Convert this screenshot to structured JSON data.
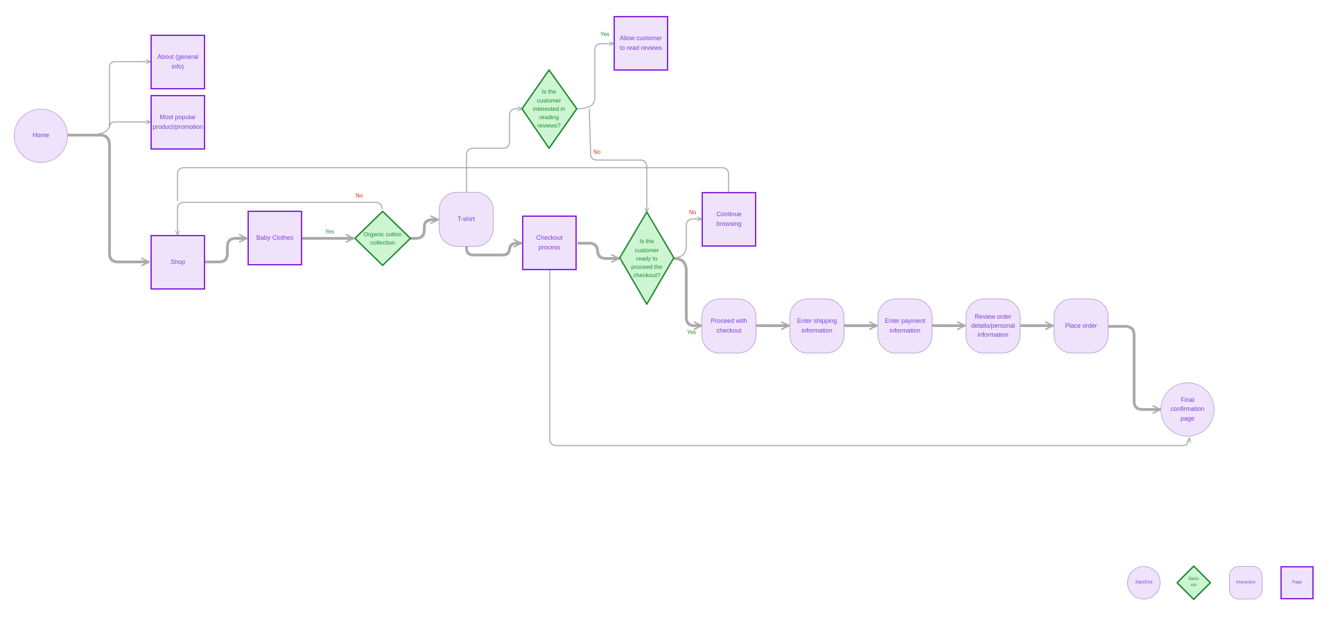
{
  "nodes": {
    "home": "Home",
    "about": "About  (general info)",
    "popular": "Most popular product/promotion",
    "shop": "Shop",
    "baby_clothes": "Baby Clothes",
    "organic": "Organic cotton collection",
    "tshirt": "T-shirt",
    "reviews_q": "Is the customer interested in reading reviews?",
    "allow_reviews": "Allow customer to read reviews",
    "checkout": "Checkout process",
    "ready_q": "Is the customer ready to proceed the checkout?",
    "continue_browsing": "Continue browsing",
    "proceed": "Proceed with checkout",
    "shipping": "Enter shipping information",
    "payment": "Enter payment information",
    "review_order": "Review order details/personal information",
    "place_order": "Place order",
    "final": "Final confirmation page"
  },
  "edge_labels": {
    "organic_no": "No",
    "organic_yes": "Yes",
    "reviews_yes": "Yes",
    "reviews_no": "No",
    "ready_no": "No",
    "ready_yes": "Yes"
  },
  "legend": {
    "start_end": "Start/End",
    "decision": "Decis ion",
    "interaction": "Interaction",
    "page": "Page"
  },
  "colors": {
    "page_fill": "#efe3fc",
    "page_border": "#8a2be2",
    "decision_fill": "#cdf5d2",
    "decision_border": "#1e8a2e",
    "connector": "#aaaaaa",
    "yes_label": "#1e8a2e",
    "no_label": "#d62a0e"
  }
}
